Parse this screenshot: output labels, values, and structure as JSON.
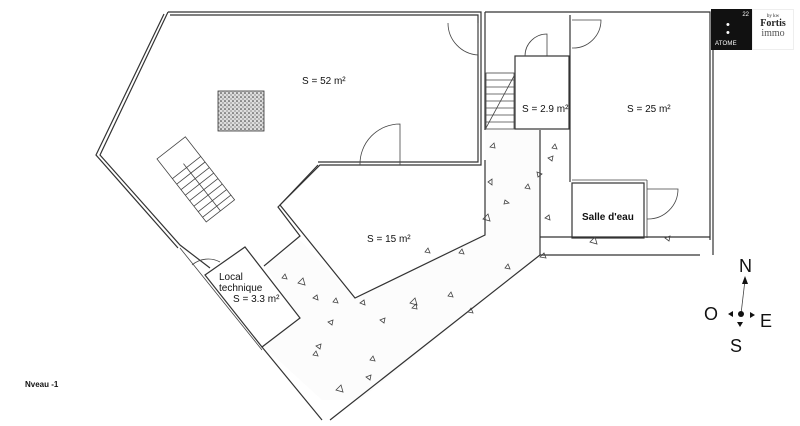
{
  "plan": {
    "level_label": "Nveau -1",
    "rooms": [
      {
        "id": "main",
        "label": "S = 52 m²"
      },
      {
        "id": "room15",
        "label": "S = 15 m²"
      },
      {
        "id": "stair_small",
        "label": "S = 2.9 m²"
      },
      {
        "id": "room25",
        "label": "S = 25 m²"
      },
      {
        "id": "bath",
        "label": "Salle d'eau"
      },
      {
        "id": "local",
        "label_line1": "Local",
        "label_line2": "technique",
        "label_line3": "S = 3.3 m²"
      }
    ],
    "compass": {
      "north": "N",
      "south": "S",
      "east": "E",
      "west": "O"
    }
  },
  "logo": {
    "brand_left": "ATOME",
    "brand_left_num": "22",
    "brand_right_by": "by kw",
    "brand_right_line1": "Fortis",
    "brand_right_line2": "immo"
  },
  "colors": {
    "wall": "#333333",
    "background": "#ffffff",
    "logo_dark": "#111111"
  }
}
